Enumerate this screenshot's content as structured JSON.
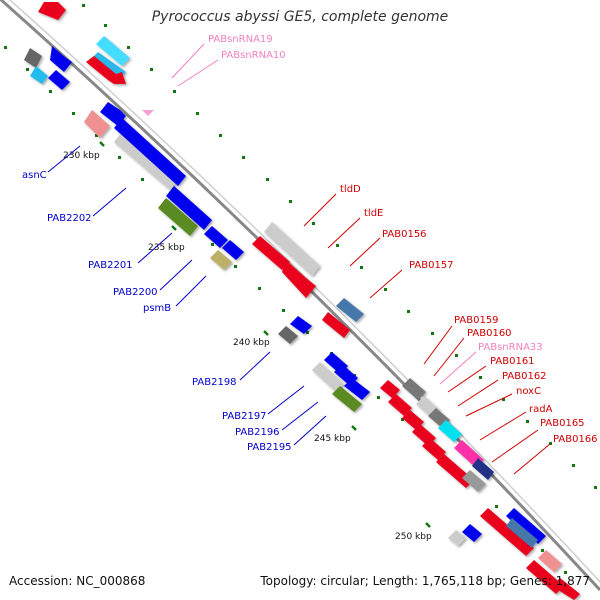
{
  "title": "Pyrococcus abyssi GE5, complete genome",
  "accession": "Accession: NC_000868",
  "topology": "Topology: circular; Length: 1,765,118 bp; Genes: 1,877",
  "colors": {
    "forward_gene": "#e8001a",
    "reverse_gene": "#0000ee",
    "forward_label": "#d00000",
    "reverse_label": "#0000cc",
    "rna_label": "#f080c0",
    "tick": "#117711",
    "backbone": "#888888"
  },
  "kbp_ticks": [
    {
      "label": "230 kbp"
    },
    {
      "label": "235 kbp"
    },
    {
      "label": "240 kbp"
    },
    {
      "label": "245 kbp"
    },
    {
      "label": "250 kbp"
    }
  ],
  "reverse_labels": [
    "asnC",
    "PAB2202",
    "PAB2201",
    "PAB2200",
    "psmB",
    "PAB2198",
    "PAB2197",
    "PAB2196",
    "PAB2195"
  ],
  "forward_labels": [
    "tldD",
    "tldE",
    "PAB0156",
    "PAB0157",
    "PAB0159",
    "PAB0160",
    "PAB0161",
    "PAB0162",
    "noxC",
    "radA",
    "PAB0165",
    "PAB0166"
  ],
  "rna_labels": [
    "PABsnRNA19",
    "PABsnRNA10",
    "PABsnRNA33"
  ]
}
